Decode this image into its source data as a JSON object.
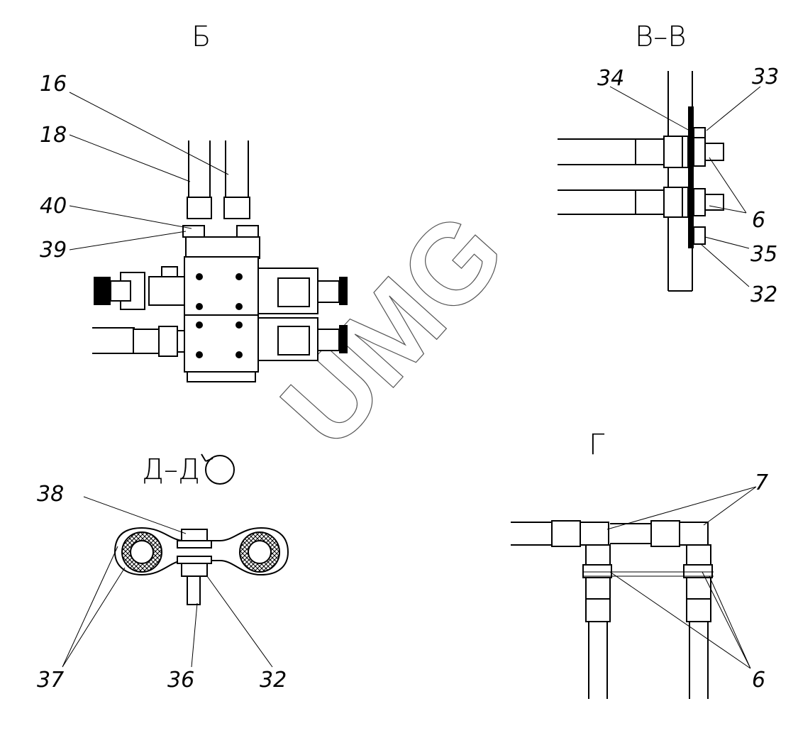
{
  "views": {
    "b": {
      "title": "Б",
      "labels": [
        "16",
        "18",
        "40",
        "39"
      ]
    },
    "vv": {
      "title": "В–В",
      "labels": [
        "34",
        "33",
        "6",
        "35",
        "32"
      ]
    },
    "dd": {
      "title": "Д–Д",
      "labels": [
        "38",
        "37",
        "36",
        "32"
      ]
    },
    "g": {
      "title": "Г",
      "labels": [
        "7",
        "6"
      ]
    }
  },
  "watermark": "UMG"
}
